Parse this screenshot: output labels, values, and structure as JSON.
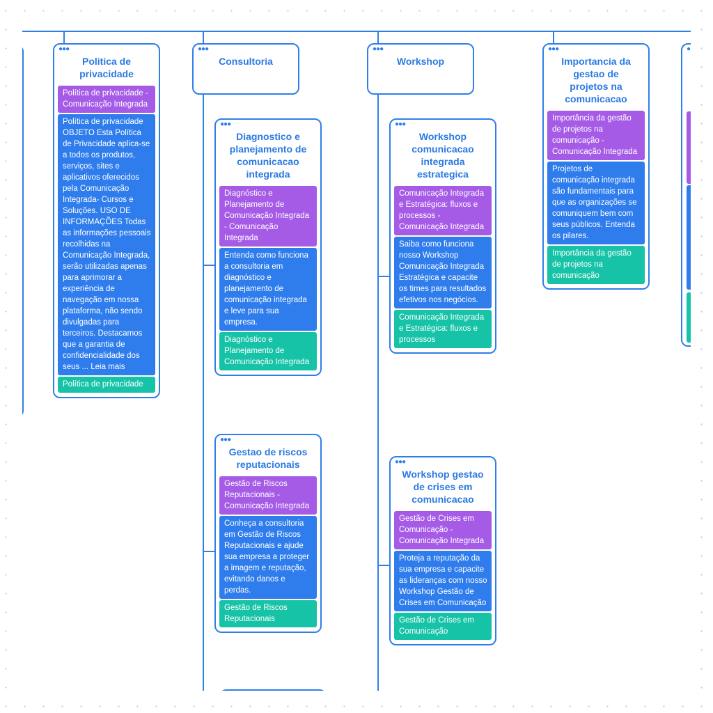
{
  "colors": {
    "accent": "#2f7fe8",
    "title": "#2a7ae2",
    "meta_title": "#a65be7",
    "meta_description": "#2f7ded",
    "h1": "#17c3a7"
  },
  "cards": [
    {
      "id": "politica",
      "title": "Politica de privacidade",
      "blocks": [
        {
          "type": "purple",
          "text": "Política de privacidade - Comunicação Integrada"
        },
        {
          "type": "blue",
          "text": "Política de privacidade OBJETO Esta Política de Privacidade aplica-se a todos os produtos, serviços, sites e aplicativos oferecidos pela Comunicação Integrada- Cursos e Soluções. USO DE INFORMAÇÕES Todas as informações pessoais recolhidas na Comunicação Integrada, serão utilizadas apenas para aprimorar a experiência de navegação em nossa plataforma, não sendo divulgadas para terceiros. Destacamos que a garantia de confidencialidade dos seus ... Leia mais"
        },
        {
          "type": "green",
          "text": "Política de privacidade"
        }
      ]
    },
    {
      "id": "consultoria",
      "title": "Consultoria",
      "blocks": []
    },
    {
      "id": "diagnostico",
      "title": "Diagnostico e planejamento de comunicacao integrada",
      "blocks": [
        {
          "type": "purple",
          "text": "Diagnóstico e Planejamento de Comunicação Integrada - Comunicação Integrada"
        },
        {
          "type": "blue",
          "text": "Entenda como funciona a consultoria em diagnóstico e planejamento de comunicação integrada e leve para sua empresa."
        },
        {
          "type": "green",
          "text": "Diagnóstico e Planejamento de Comunicação Integrada"
        }
      ]
    },
    {
      "id": "riscos",
      "title": "Gestao de riscos reputacionais",
      "blocks": [
        {
          "type": "purple",
          "text": "Gestão de Riscos Reputacionais - Comunicação Integrada"
        },
        {
          "type": "blue",
          "text": "Conheça a consultoria em Gestão de Riscos Reputacionais e ajude sua empresa a proteger a imagem e reputação, evitando danos e perdas."
        },
        {
          "type": "green",
          "text": "Gestão de Riscos Reputacionais"
        }
      ]
    },
    {
      "id": "workshop",
      "title": "Workshop",
      "blocks": []
    },
    {
      "id": "workshop-estrategica",
      "title": "Workshop comunicacao integrada estrategica",
      "blocks": [
        {
          "type": "purple",
          "text": "Comunicação Integrada e Estratégica: fluxos e processos - Comunicação Integrada"
        },
        {
          "type": "blue",
          "text": "Saiba como funciona nosso Workshop Comunicação Integrada Estratégica e capacite os times para resultados efetivos nos negócios."
        },
        {
          "type": "green",
          "text": "Comunicação Integrada e Estratégica: fluxos e processos"
        }
      ]
    },
    {
      "id": "crises",
      "title": "Workshop gestao de crises em comunicacao",
      "blocks": [
        {
          "type": "purple",
          "text": "Gestão de Crises em Comunicação - Comunicação Integrada"
        },
        {
          "type": "blue",
          "text": "Proteja a reputação da sua empresa e capacite as lideranças com nosso Workshop Gestão de Crises em Comunicação"
        },
        {
          "type": "green",
          "text": "Gestão de Crises em Comunicação"
        }
      ]
    },
    {
      "id": "importancia",
      "title": "Importancia da gestao de projetos na comunicacao",
      "blocks": [
        {
          "type": "purple",
          "text": "Importância da gestão de projetos na comunicação - Comunicação Integrada"
        },
        {
          "type": "blue",
          "text": "Projetos de comunicação integrada são fundamentais para que as organizações se comuniquem bem com seus públicos. Entenda os pilares."
        },
        {
          "type": "green",
          "text": "Importância da gestão de projetos na comunicação"
        }
      ]
    }
  ]
}
